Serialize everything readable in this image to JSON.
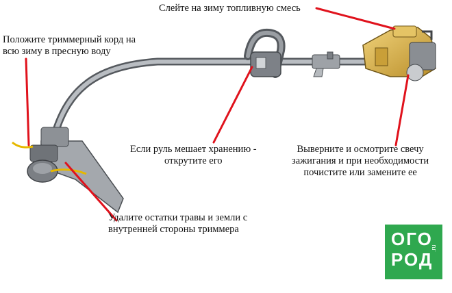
{
  "labels": {
    "fuel": "Слейте на зиму топливную смесь",
    "cord": [
      "Положите триммерный корд на",
      "всю зиму в пресную воду"
    ],
    "handle": [
      "Если руль мешает хранению -",
      "открутите его"
    ],
    "plug": [
      "Выверните и осмотрите свечу",
      "зажигания и при необходимости",
      "почистите или замените ее"
    ],
    "grass": [
      "Удалите остатки травы и земли с",
      "внутренней стороны триммера"
    ]
  },
  "logo": {
    "line1": "ОГО",
    "line2": "РОД",
    "tld": ".ru"
  },
  "colors": {
    "arrow": "#e0121c",
    "logo_bg": "#2fa84f",
    "shaft": "#9a9ea3",
    "engine": "#d9b04a",
    "cord": "#e6b800"
  }
}
